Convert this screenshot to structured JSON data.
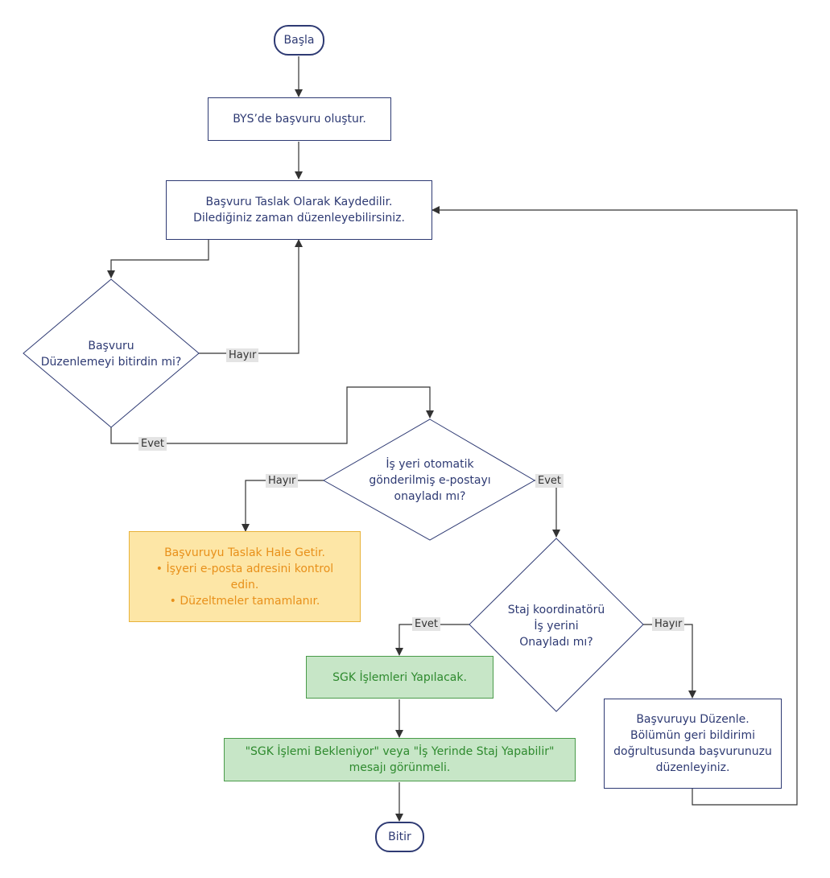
{
  "nodes": {
    "start": "Başla",
    "create": "BYS’de başvuru oluştur.",
    "draft": [
      "Başvuru Taslak Olarak Kaydedilir.",
      "Dilediğiniz zaman düzenleyebilirsiniz."
    ],
    "q_finished": [
      "Başvuru",
      "Düzenlemeyi bitirdin mi?"
    ],
    "q_email": [
      "İş yeri otomatik",
      "gönderilmiş e-postayı",
      "onayladı mı?"
    ],
    "revert": [
      "Başvuruyu Taslak Hale Getir.",
      "• İşyeri e-posta adresini kontrol",
      "edin.",
      "• Düzeltmeler tamamlanır."
    ],
    "q_coord": [
      "Staj koordinatörü",
      "İş yerini",
      "Onayladı mı?"
    ],
    "sgk": "SGK İşlemleri Yapılacak.",
    "sgk_msg": [
      "\"SGK İşlemi Bekleniyor\" veya \"İş Yerinde Staj Yapabilir\"",
      "mesajı görünmeli."
    ],
    "edit": [
      "Başvuruyu Düzenle.",
      "Bölümün geri bildirimi",
      "doğrultusunda başvurunuzu",
      "düzenleyiniz."
    ],
    "end": "Bitir"
  },
  "edges": {
    "q1_no": "Hayır",
    "q1_yes": "Evet",
    "q2_no": "Hayır",
    "q2_yes": "Evet",
    "q3_yes": "Evet",
    "q3_no": "Hayır"
  },
  "colors": {
    "stroke": "#2e3a73",
    "arrow": "#333333",
    "warn_fill": "#fde6a6",
    "ok_fill": "#c7e6c7"
  }
}
